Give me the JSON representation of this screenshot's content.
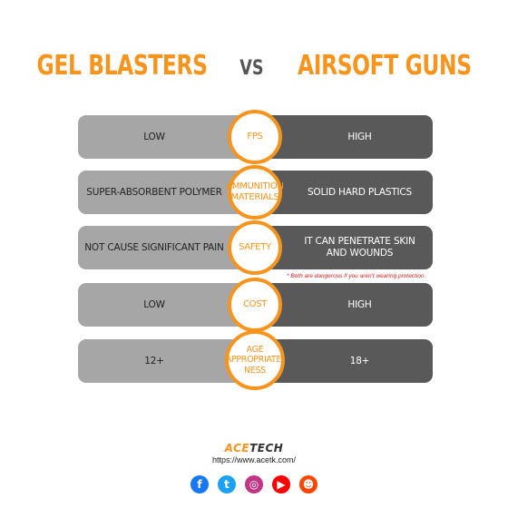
{
  "title": {
    "left": "GEL BLASTERS",
    "vs": "VS",
    "right": "AIRSOFT GUNS"
  },
  "rows": [
    {
      "label": "FPS",
      "gel": "LOW",
      "airsoft": "HIGH"
    },
    {
      "label": "AMMUNITION MATERIALS",
      "gel": "SUPER-ABSORBENT POLYMER",
      "airsoft": "SOLID HARD PLASTICS"
    },
    {
      "label": "SAFETY",
      "gel": "NOT CAUSE SIGNIFICANT PAIN",
      "airsoft": "IT CAN PENETRATE SKIN AND WOUNDS"
    },
    {
      "label": "COST",
      "gel": "LOW",
      "airsoft": "HIGH"
    },
    {
      "label": "AGE APPROPRIATE- NESS",
      "gel": "12+",
      "airsoft": "18+"
    }
  ],
  "note": "* Both are dangerous if you aren't wearing protection.",
  "footer": {
    "brand_1": "ACE",
    "brand_2": "TECH",
    "url": "https://www.acetk.com/"
  },
  "social": [
    {
      "icon": "facebook-icon",
      "glyph": "f",
      "color": "#1877f2"
    },
    {
      "icon": "twitter-icon",
      "glyph": "t",
      "color": "#1da1f2"
    },
    {
      "icon": "instagram-icon",
      "glyph": "◎",
      "color": "#c13584"
    },
    {
      "icon": "youtube-icon",
      "glyph": "▶",
      "color": "#ff0000"
    },
    {
      "icon": "reddit-icon",
      "glyph": "☻",
      "color": "#ff4500"
    }
  ],
  "colors": {
    "accent": "#f7941d",
    "gel_bg": "#a6a6a6",
    "airsoft_bg": "#595959"
  }
}
